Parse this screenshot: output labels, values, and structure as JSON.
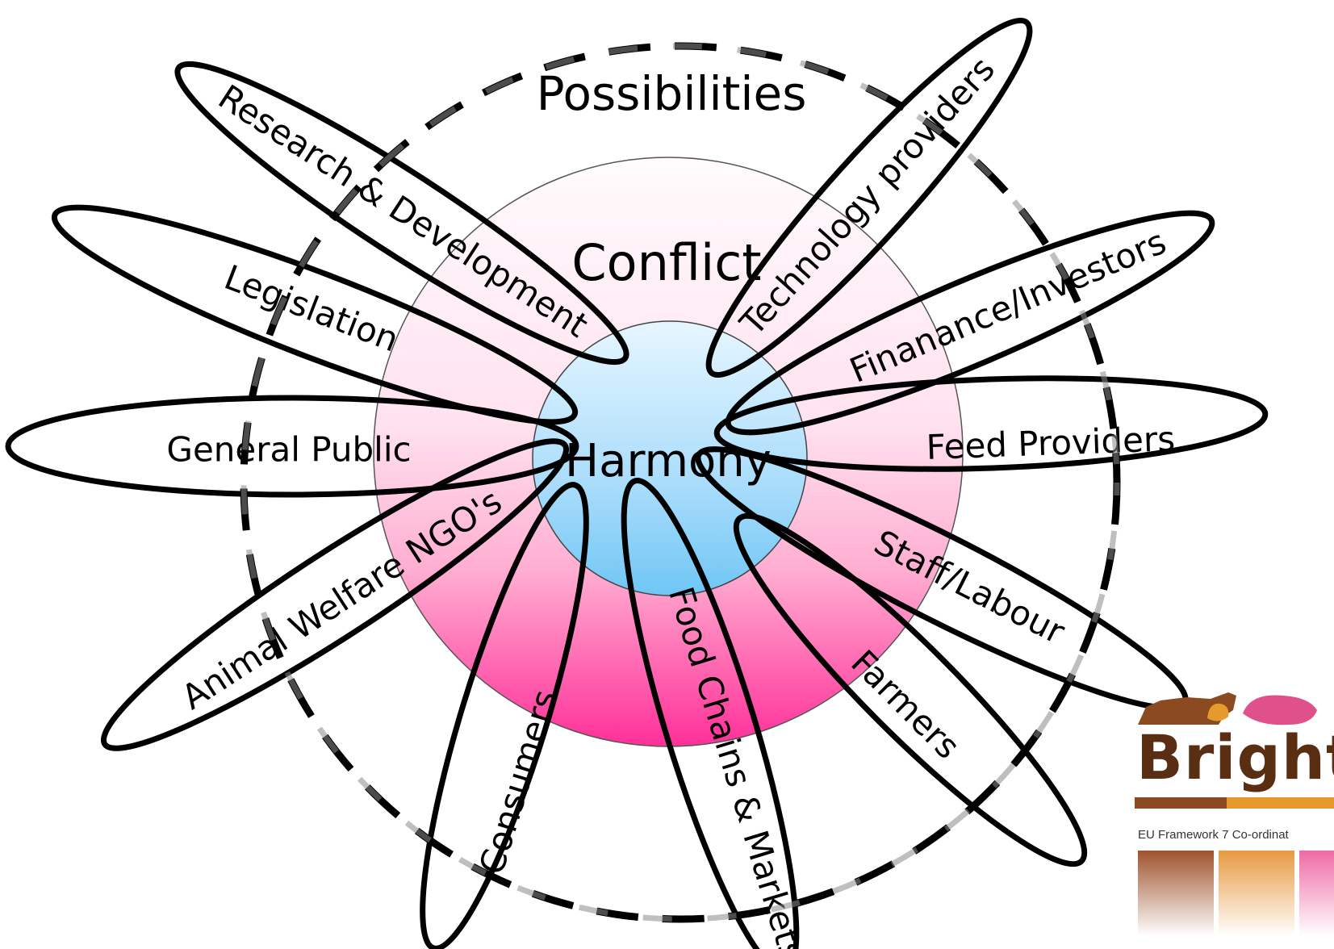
{
  "diagram": {
    "zones": {
      "outer": "Possibilities",
      "middle": "Conflict",
      "inner": "Harmony"
    },
    "stakeholders": [
      "Research & Development",
      "Technology providers",
      "Legislation",
      "Finanance/Investors",
      "General Public",
      "Feed Providers",
      "Animal Welfare NGO's",
      "Staff/Labour",
      "Consumers",
      "Food Chains & Markets",
      "Farmers"
    ]
  },
  "logo": {
    "name": "BrightAnimal",
    "visible_word": "BrightA",
    "subtitle": "EU Framework 7 Co-ordinat",
    "colors": [
      "#8b4513",
      "#e9a04a",
      "#ff69b4"
    ]
  },
  "colors": {
    "harmony_fill": "#aee0fb",
    "conflict_fill_top": "#fff8fb",
    "conflict_fill_bottom": "#ff3fa2",
    "outline": "#000000",
    "dash_inner": "#888888"
  }
}
